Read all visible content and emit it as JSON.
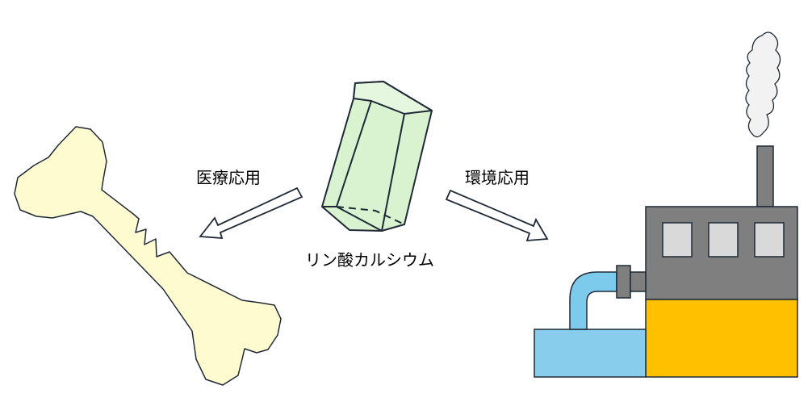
{
  "labels": {
    "center": "リン酸カルシウム",
    "left_arrow": "医療応用",
    "right_arrow": "環境応用"
  },
  "icons": {
    "crystal": "hexagonal-prism-crystal-icon",
    "bone": "broken-bone-icon",
    "factory": "factory-icon",
    "smoke": "smoke-cloud-icon"
  },
  "colors": {
    "crystal_fill": "#d9f2d0",
    "bone_fill": "#fdfbcf",
    "factory_top": "#7f7f7f",
    "factory_base": "#ffc000",
    "windows": "#d9d9d9",
    "pipe": "#7ccbec",
    "tank": "#88cdec",
    "smoke": "#f2f2f2",
    "stroke": "#1f2a36"
  }
}
